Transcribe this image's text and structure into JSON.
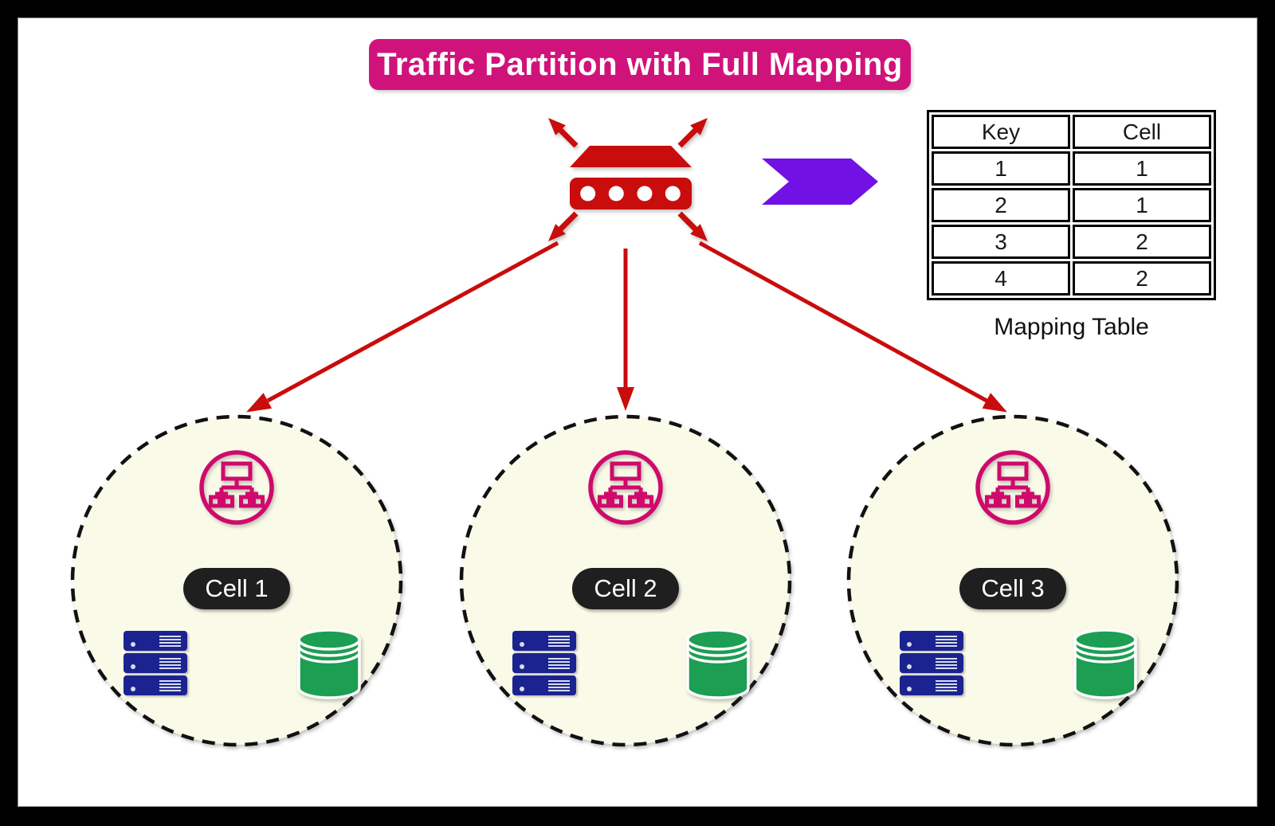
{
  "title": "Traffic Partition with Full Mapping",
  "router": {
    "icon": "load-balancer-router-icon"
  },
  "flow": {
    "icon": "chevron-right-arrow-icon"
  },
  "mapping_table": {
    "caption": "Mapping Table",
    "headers": [
      "Key",
      "Cell"
    ],
    "rows": [
      [
        "1",
        "1"
      ],
      [
        "2",
        "1"
      ],
      [
        "3",
        "2"
      ],
      [
        "4",
        "2"
      ]
    ]
  },
  "cells": [
    {
      "label": "Cell 1"
    },
    {
      "label": "Cell 2"
    },
    {
      "label": "Cell 3"
    }
  ],
  "colors": {
    "title_bg": "#D0137B",
    "title_text": "#FFFFFF",
    "router_red": "#C90C0C",
    "traffic_arrow_red": "#C90C0C",
    "chevron_purple": "#7211E4",
    "network_icon_pink": "#CF0A6C",
    "server_blue": "#1B2390",
    "database_green": "#1C9E53",
    "cell_fill": "#FAFAE9",
    "cell_dashed_border": "#111111",
    "label_pill_bg": "#1F1F1F",
    "frame": "#000000"
  }
}
